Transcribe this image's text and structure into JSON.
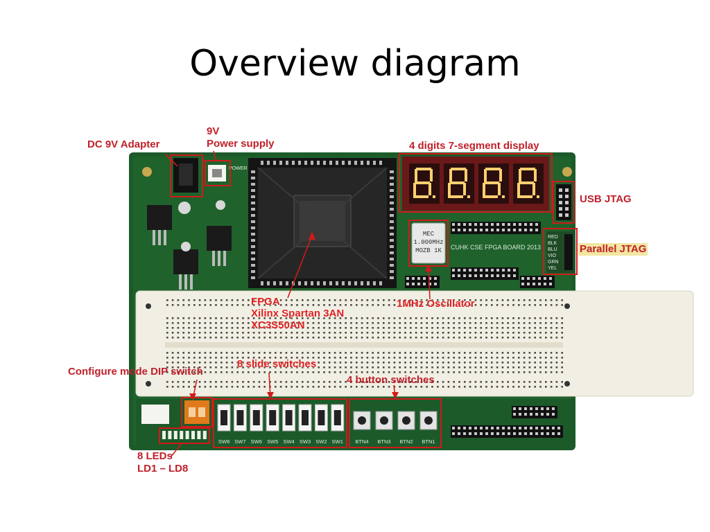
{
  "slide": {
    "title": "Overview diagram"
  },
  "labels": {
    "dc_adapter": "DC 9V Adapter",
    "power_supply_1": "9V",
    "power_supply_2": "Power supply",
    "seven_segment": "4 digits 7-segment display",
    "usb_jtag": "USB JTAG",
    "parallel_jtag": "Parallel JTAG",
    "fpga_1": "FPGA",
    "fpga_2": "Xilinx Spartan 3AN",
    "fpga_3": "XC3S50AN",
    "oscillator": "1MHz Oscillator",
    "config_dip": "Configure mode DIP switch",
    "slide_switches": "8 slide switches",
    "button_switches": "4 button switches",
    "leds_1": "8 LEDs",
    "leds_2": "LD1 – LD8"
  },
  "board": {
    "power_label": "POWER",
    "board_name": "CUHK CSE FPGA BOARD 2013",
    "osc_text": [
      "MEC",
      "1.000MHz",
      "MOZB 1K"
    ],
    "jtag_pins": [
      "RED",
      "BLK",
      "BLU",
      "VIO",
      "GRN",
      "YEL"
    ],
    "slide_switch_labels": [
      "SW8",
      "SW7",
      "SW6",
      "SW5",
      "SW4",
      "SW3",
      "SW2",
      "SW1"
    ],
    "button_labels": [
      "BTN4",
      "BTN3",
      "BTN2",
      "BTN1"
    ],
    "colors": {
      "pcb": "#1c5a2a",
      "breadboard": "#f1efe4",
      "highlight": "#d11a1a",
      "display": "#6a1818"
    }
  }
}
